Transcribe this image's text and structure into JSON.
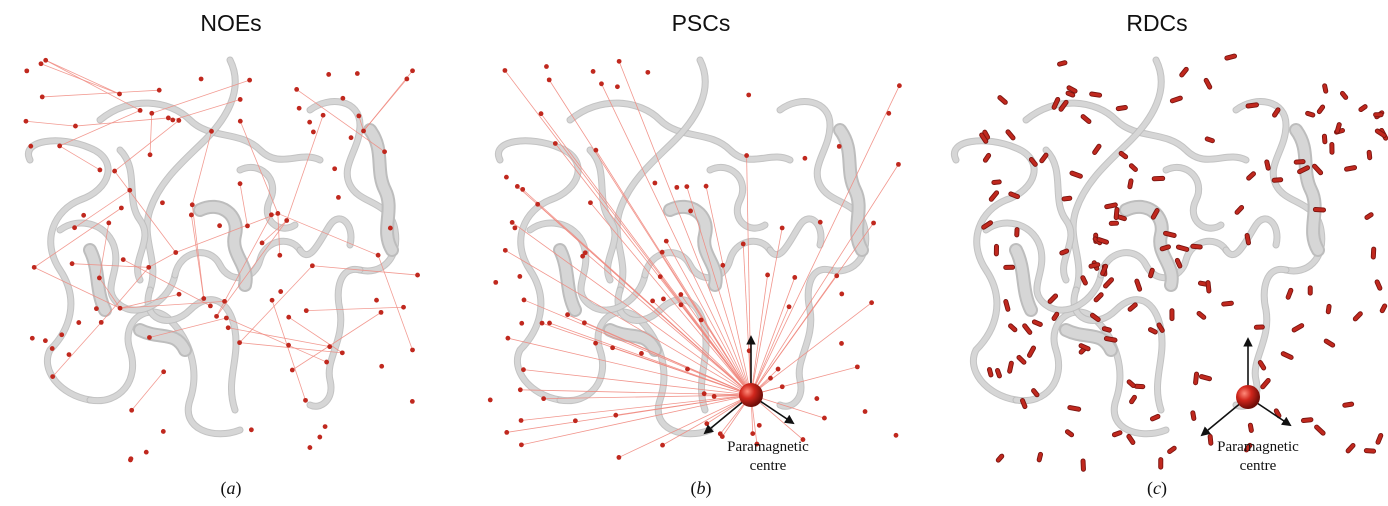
{
  "panels": [
    {
      "title": "NOEs",
      "caption": "a",
      "caption_open": "(",
      "caption_close": ")"
    },
    {
      "title": "PSCs",
      "caption": "b",
      "caption_open": "(",
      "caption_close": ")",
      "centre_label_line1": "Paramagnetic",
      "centre_label_line2": "centre"
    },
    {
      "title": "RDCs",
      "caption": "c",
      "caption_open": "(",
      "caption_close": ")",
      "centre_label_line1": "Paramagnetic",
      "centre_label_line2": "centre"
    }
  ],
  "colors": {
    "backbone": "#d6d6d6",
    "backbone_edge": "#bdbdbd",
    "restraint_line": "#f08a80",
    "atom": "#c0281e",
    "sphere": "#c8201a",
    "arrow": "#111111"
  }
}
